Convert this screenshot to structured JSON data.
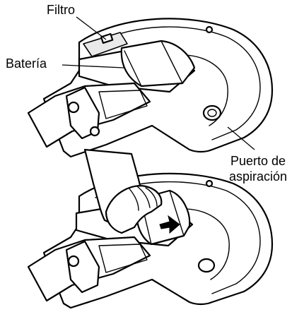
{
  "labels": {
    "filtro": "Filtro",
    "bateria": "Batería",
    "puerto_line1": "Puerto de",
    "puerto_line2": "aspiración"
  },
  "colors": {
    "ink": "#000000",
    "background": "#ffffff"
  }
}
